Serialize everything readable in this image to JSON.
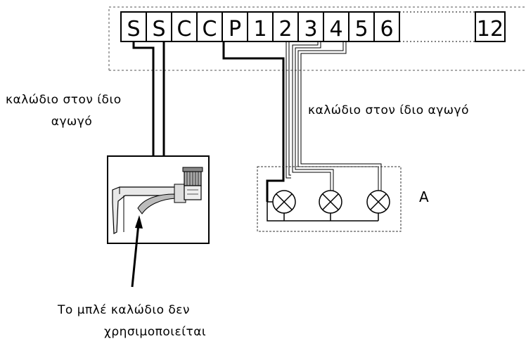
{
  "terminals": [
    "S",
    "S",
    "C",
    "C",
    "P",
    "1",
    "2",
    "3",
    "4",
    "5",
    "6",
    "12"
  ],
  "labels": {
    "left_cable_line1": "καλώδιο στον ίδιο",
    "left_cable_line2": "αγωγό",
    "right_cable": "καλώδιο στον ίδιο αγωγό",
    "group_a": "A",
    "note_line1": "Το μπλέ καλώδιο δεν",
    "note_line2": "χρησιμοποιείται"
  },
  "valves": {
    "count": 3,
    "symbol": "cross-circle"
  },
  "icons": {
    "sensor": "rain-sensor-icon",
    "valve": "valve-cross-icon"
  }
}
